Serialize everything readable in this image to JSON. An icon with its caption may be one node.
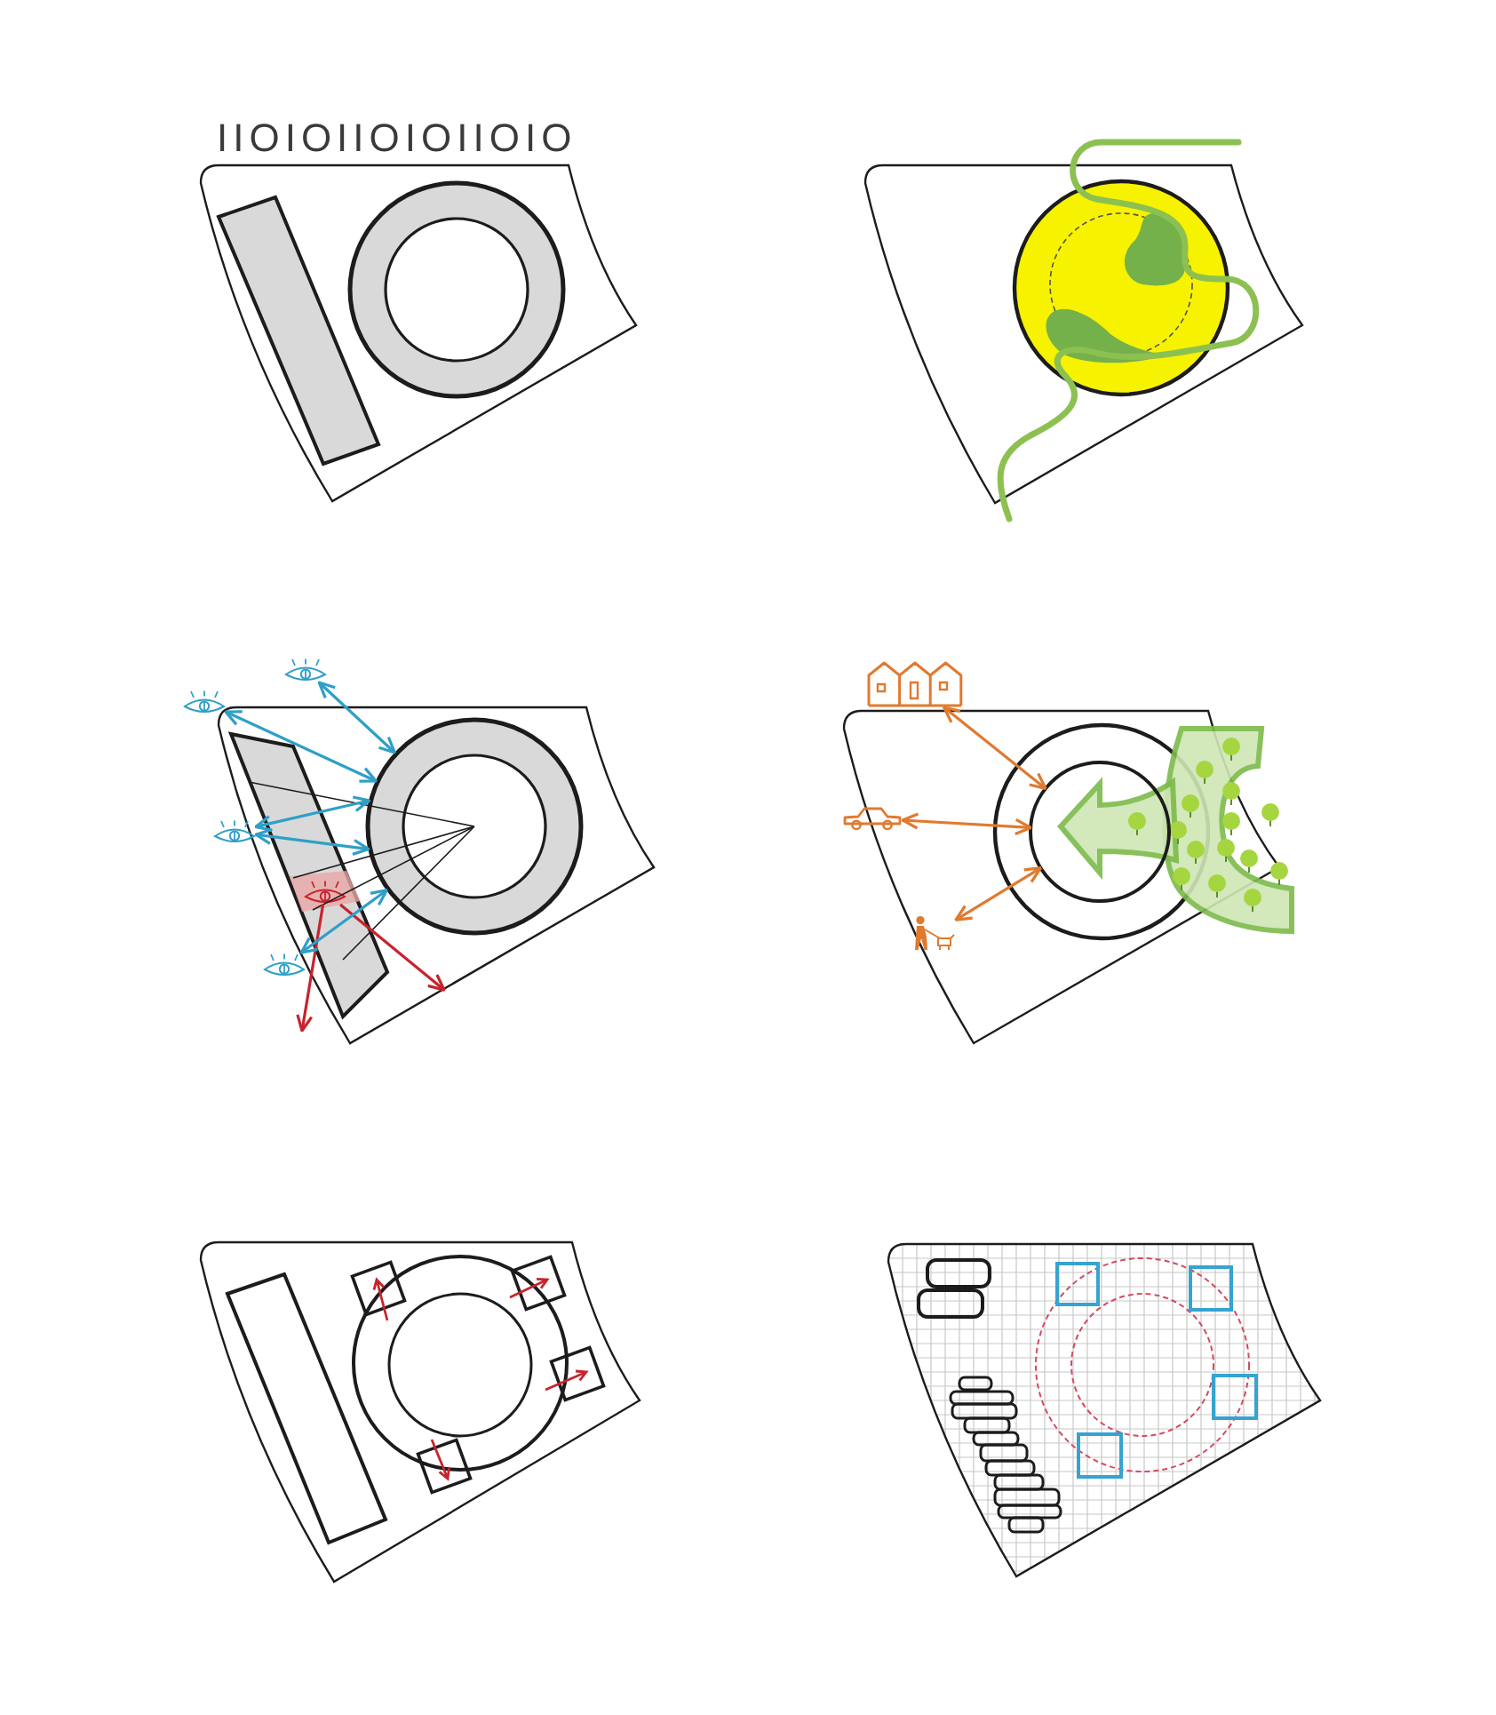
{
  "diagram": {
    "nodes": [
      {
        "text": [],
        "shape": "picture"
      },
      {
        "text": [],
        "shape": "picture"
      },
      {
        "text": [],
        "shape": "circle"
      },
      {
        "text": [],
        "shape": "picture"
      },
      {
        "text": [],
        "shape": "picture"
      },
      {
        "text": [],
        "shape": "picture"
      },
      {
        "text": [],
        "shape": "picture"
      },
      {
        "text": [],
        "shape": "picture"
      },
      {
        "text": [],
        "shape": "circle"
      },
      {
        "text": [],
        "shape": "picture"
      }
    ],
    "edges": [
      {
        "from": 0,
        "to": 2,
        "arrow": "both"
      },
      {
        "from": 1,
        "to": 2,
        "arrow": "both"
      },
      {
        "from": 3,
        "to": 2,
        "arrow": "both"
      },
      {
        "from": 3,
        "to": 2,
        "arrow": "both"
      },
      {
        "from": 4,
        "to": null,
        "arrow": "to",
        "color": "#c8232c"
      },
      {
        "from": 4,
        "to": null,
        "arrow": "to",
        "color": "#c8232c"
      },
      {
        "from": 5,
        "to": 2,
        "arrow": "both"
      },
      {
        "from": 6,
        "to": 8,
        "arrow": "both",
        "color": "#e07a2e"
      },
      {
        "from": 7,
        "to": 8,
        "arrow": "both",
        "color": "#e07a2e"
      },
      {
        "from": 9,
        "to": 8,
        "arrow": "both",
        "color": "#e07a2e"
      }
    ],
    "labels": [
      "IIOIOIIOIOIIOIO"
    ]
  }
}
